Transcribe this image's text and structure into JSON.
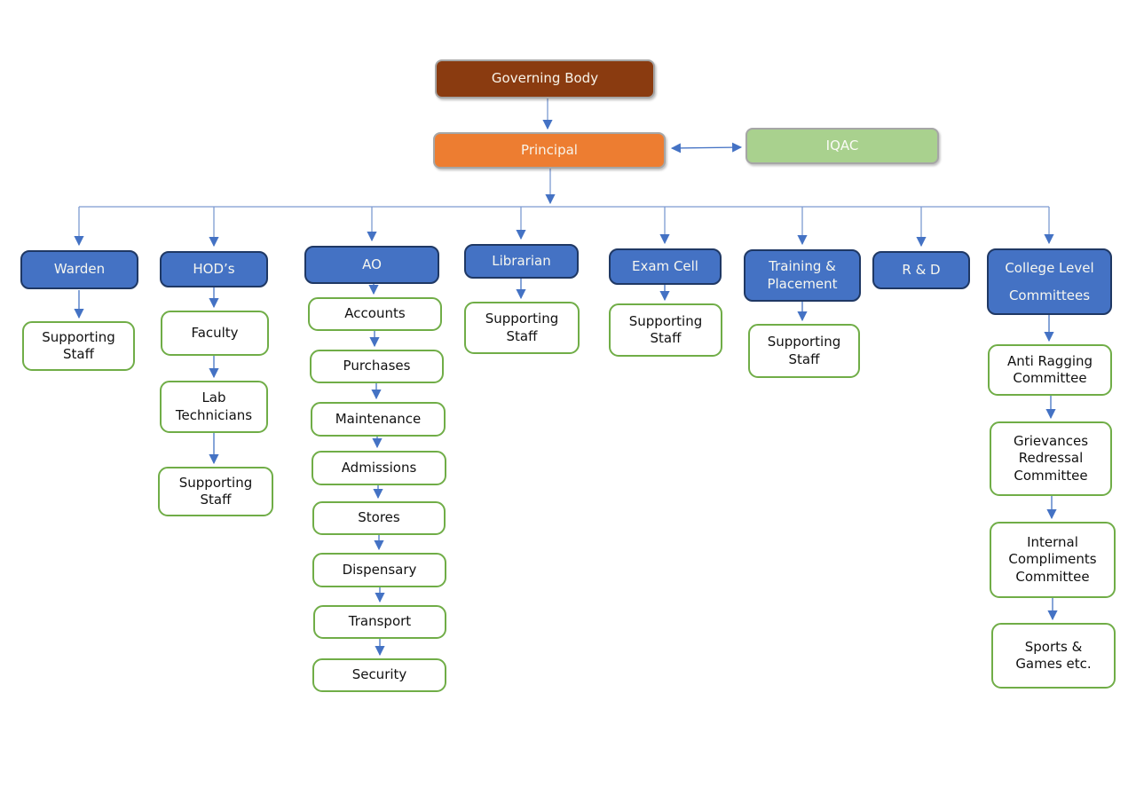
{
  "diagram_type": "organizational-chart",
  "colors": {
    "governing_body_fill": "#8A3B10",
    "principal_fill": "#ED7D31",
    "iqac_fill": "#A9D18E",
    "department_fill": "#4472C4",
    "department_border": "#1F3864",
    "leaf_border": "#70AD47",
    "top_tier_border": "#A6A6A6",
    "connector": "#4472C4",
    "background": "#FFFFFF"
  },
  "org": {
    "governing_body": "Governing Body",
    "principal": "Principal",
    "iqac": "IQAC",
    "branches": [
      {
        "head": "Warden",
        "children": [
          "Supporting Staff"
        ]
      },
      {
        "head": "HOD’s",
        "children": [
          "Faculty",
          "Lab Technicians",
          "Supporting Staff"
        ]
      },
      {
        "head": "AO",
        "children": [
          "Accounts",
          "Purchases",
          "Maintenance",
          "Admissions",
          "Stores",
          "Dispensary",
          "Transport",
          "Security"
        ]
      },
      {
        "head": "Librarian",
        "children": [
          "Supporting Staff"
        ]
      },
      {
        "head": "Exam Cell",
        "children": [
          "Supporting Staff"
        ]
      },
      {
        "head": "Training & Placement",
        "children": [
          "Supporting Staff"
        ]
      },
      {
        "head": "R & D",
        "children": []
      },
      {
        "head": "College Level Committees",
        "children": [
          "Anti Ragging Committee",
          "Grievances Redressal Committee",
          "Internal Compliments Committee",
          "Sports & Games etc."
        ]
      }
    ]
  }
}
